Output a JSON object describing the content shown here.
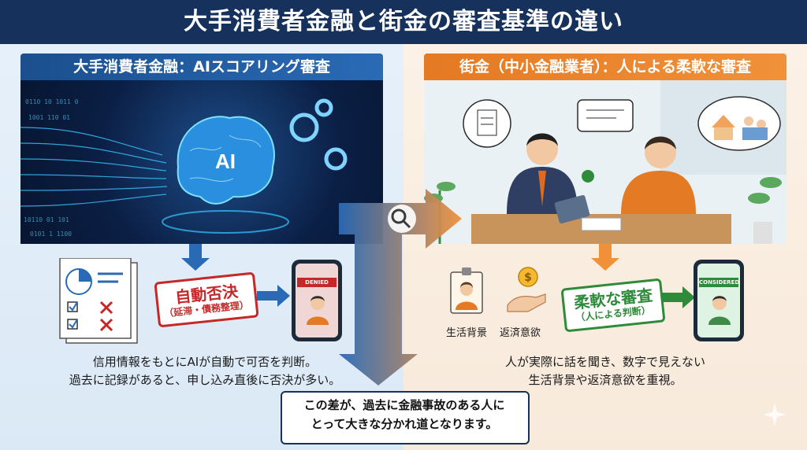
{
  "title": "大手消費者金融と街金の審査基準の違い",
  "left": {
    "heading": "大手消費者金融：AIスコアリング審査",
    "ai_label": "AI",
    "stamp_main": "自動否決",
    "stamp_sub": "（延滞・債務整理）",
    "phone_label": "DENIED",
    "description_line1": "信用情報をもとにAIが自動で可否を判断。",
    "description_line2": "過去に記録があると、申し込み直後に否決が多い。"
  },
  "right": {
    "heading": "街金（中小金融業者）：人による柔軟な審査",
    "label_life": "生活背景",
    "label_will": "返済意欲",
    "stamp_main": "柔軟な審査",
    "stamp_sub": "（人による判断）",
    "phone_label": "CONSIDERED",
    "description_line1": "人が実際に話を聞き、数字で見えない",
    "description_line2": "生活背景や返済意欲を重視。"
  },
  "bottom": {
    "line1": "この差が、過去に金融事故のある人に",
    "line2": "とって大きな分かれ道となります。"
  },
  "colors": {
    "navy": "#16325c",
    "left_accent": "#1b4f8e",
    "right_accent": "#e47a23",
    "denied_red": "#c62828",
    "considered_green": "#2e8b3a"
  }
}
